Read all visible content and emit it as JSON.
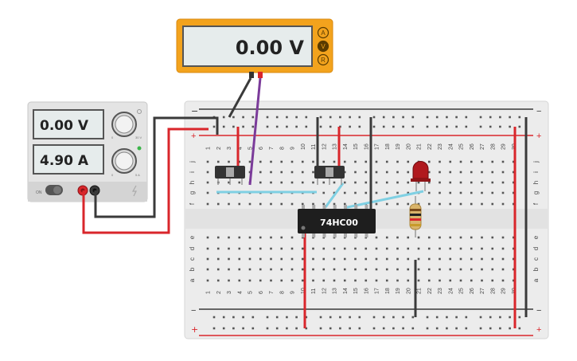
{
  "multimeter": {
    "reading": "0.00 V",
    "modes": [
      "A",
      "V",
      "R"
    ],
    "active_mode": "V"
  },
  "power_supply": {
    "voltage": "0.00 V",
    "current": "4.90 A",
    "on_label": "ON",
    "voltage_knob": {
      "left": "0",
      "right": "30 V"
    },
    "current_knob": {
      "left": "0",
      "right": "5 A"
    }
  },
  "chip": {
    "label": "74HC00"
  },
  "breadboard": {
    "minus_sign": "−",
    "plus_sign": "+",
    "columns": [
      "1",
      "2",
      "3",
      "4",
      "5",
      "6",
      "7",
      "8",
      "9",
      "10",
      "11",
      "12",
      "13",
      "14",
      "15",
      "16",
      "17",
      "18",
      "19",
      "20",
      "21",
      "22",
      "23",
      "24",
      "25",
      "26",
      "27",
      "28",
      "29",
      "30"
    ],
    "top_rows": [
      "j",
      "i",
      "h",
      "g",
      "f"
    ],
    "bottom_rows": [
      "e",
      "d",
      "c",
      "b",
      "a"
    ]
  },
  "colors": {
    "red_wire": "#d9262b",
    "black_wire": "#3a3a3a",
    "blue_wire": "#7fd0e3",
    "purple_wire": "#7b3b9a",
    "meter_frame": "#f3a31d",
    "lcd": "#e6ecec"
  }
}
